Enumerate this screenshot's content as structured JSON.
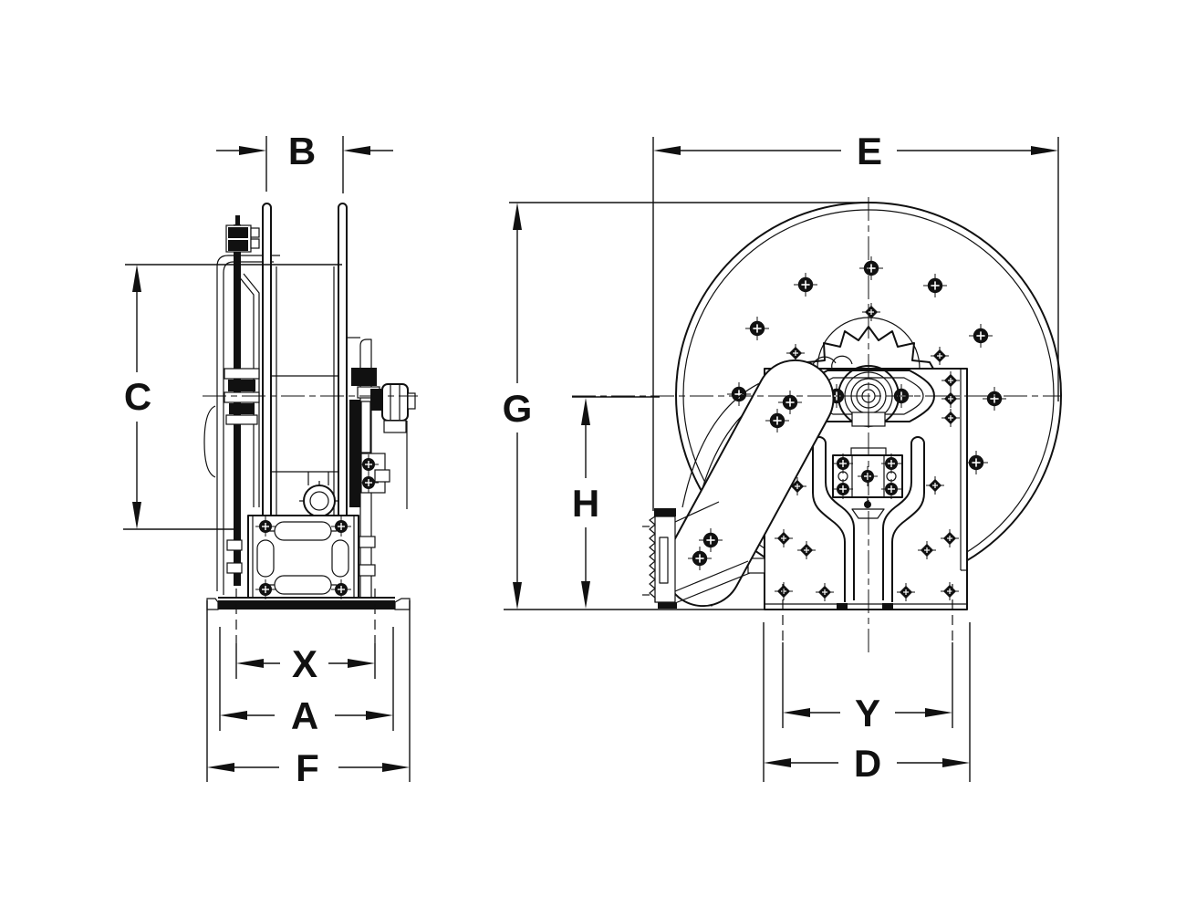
{
  "drawing": {
    "title": "hose-reel-dimensional-drawing",
    "background": "#ffffff",
    "line_color": "#111111",
    "views": [
      {
        "id": "side-view",
        "description": "reel side elevation with roller guide and base"
      },
      {
        "id": "front-view",
        "description": "reel front elevation with disc, crank arm and mounting plate"
      }
    ],
    "dimensions": {
      "B": "B",
      "C": "C",
      "X": "X",
      "A": "A",
      "F": "F",
      "E": "E",
      "G": "G",
      "H": "H",
      "Y": "Y",
      "D": "D"
    }
  }
}
